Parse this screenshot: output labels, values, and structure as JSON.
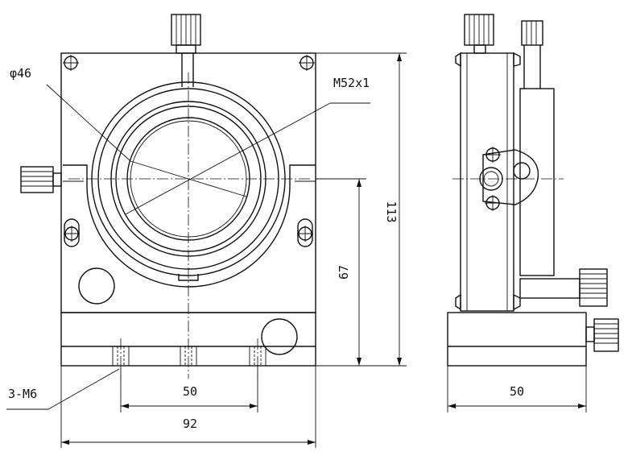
{
  "labels": {
    "bore_diameter": "φ46",
    "thread": "M52x1",
    "mount_holes": "3-M6"
  },
  "dimensions": {
    "height_total": "113",
    "height_center": "67",
    "hole_spacing": "50",
    "width_total": "92",
    "side_width": "50"
  }
}
